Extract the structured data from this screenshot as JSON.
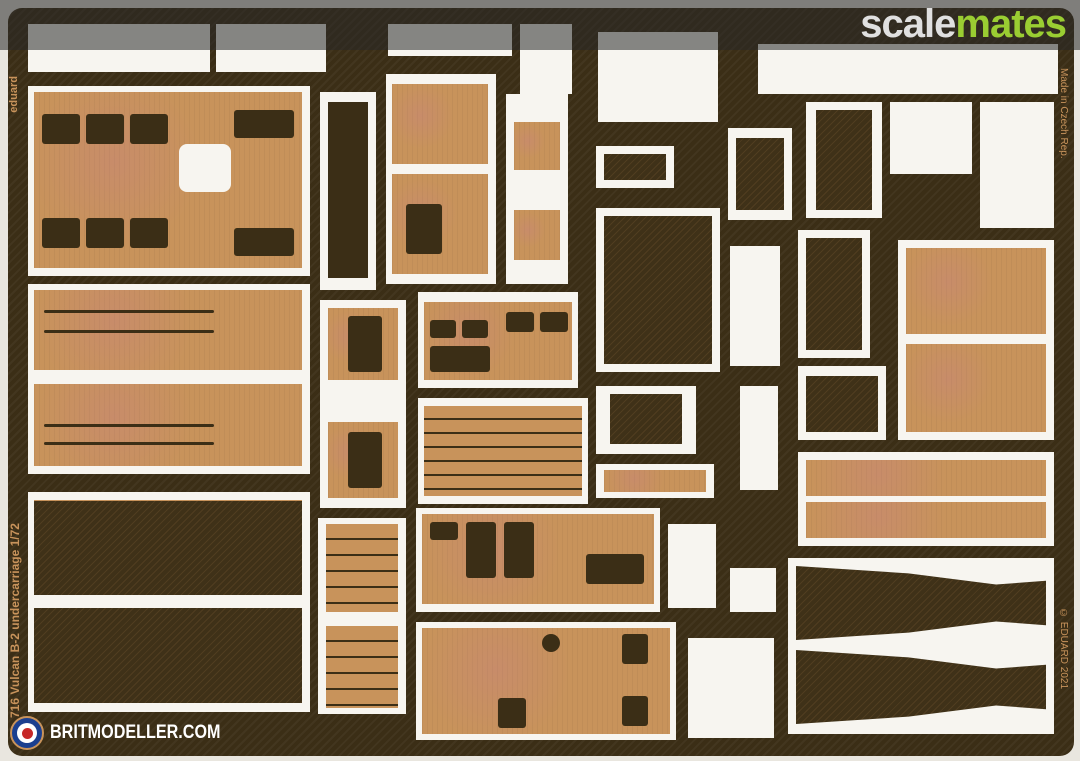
{
  "watermark": {
    "part1": "scale",
    "part2": "mates"
  },
  "fret": {
    "brand": "eduard",
    "title": "716 Vulcan B-2 undercarriage 1/72",
    "origin": "Made in Czech Rep.",
    "copyright": "© EDUARD 2021",
    "colors": {
      "brass": "#c8935b",
      "fret": "#3b2e16",
      "background": "#f7f5f0"
    }
  },
  "credit": {
    "site": "BRITMODELLER.COM",
    "icon": "raf-roundel-icon"
  }
}
